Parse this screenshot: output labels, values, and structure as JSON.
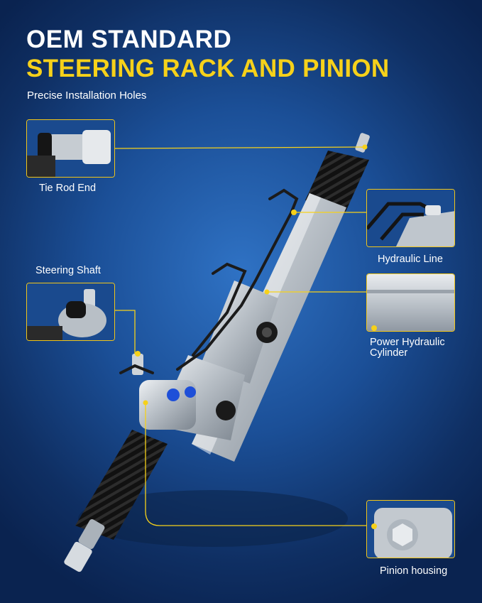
{
  "header": {
    "line1": "OEM STANDARD",
    "line2": "STEERING RACK AND PINION",
    "subtitle": "Precise Installation Holes"
  },
  "callouts": {
    "tie_rod_end": "Tie Rod End",
    "steering_shaft": "Steering Shaft",
    "hydraulic_line": "Hydraulic Line",
    "power_cylinder": "Power Hydraulic Cylinder",
    "pinion_housing": "Pinion housing"
  },
  "colors": {
    "accent": "#f6d11a",
    "background": "#1b4f97",
    "text": "#ffffff"
  }
}
